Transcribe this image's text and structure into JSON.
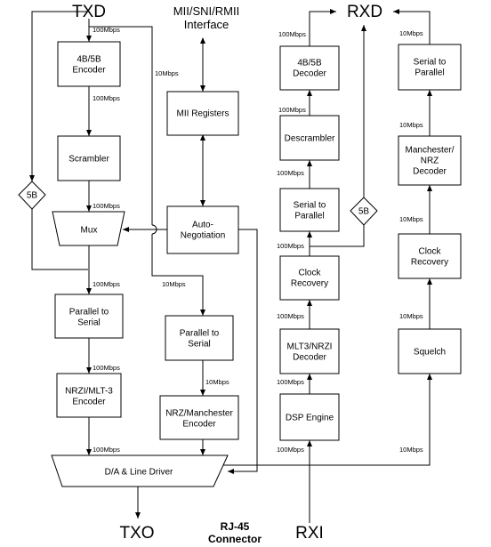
{
  "labels": {
    "txd": "TXD",
    "rxd": "RXD",
    "txo": "TXO",
    "rxi": "RXI",
    "mii_line1": "MII/SNI/RMII",
    "mii_line2": "Interface",
    "rj45_line1": "RJ-45",
    "rj45_line2": "Connector"
  },
  "blocks": {
    "enc4b5b": [
      "4B/5B",
      "Encoder"
    ],
    "scrambler": [
      "Scrambler"
    ],
    "mux": [
      "Mux"
    ],
    "p2s_tx100": [
      "Parallel to",
      "Serial"
    ],
    "nrzi_enc": [
      "NRZI/MLT-3",
      "Encoder"
    ],
    "da_driver": [
      "D/A & Line Driver"
    ],
    "mii_reg": [
      "MII Registers"
    ],
    "autoneg": [
      "Auto-",
      "Negotiation"
    ],
    "p2s_tx10": [
      "Parallel to",
      "Serial"
    ],
    "nrz_man_enc": [
      "NRZ/Manchester",
      "Encoder"
    ],
    "dec4b5b": [
      "4B/5B",
      "Decoder"
    ],
    "descrambler": [
      "Descrambler"
    ],
    "s2p_rx100": [
      "Serial to",
      "Parallel"
    ],
    "clk_rx100": [
      "Clock",
      "Recovery"
    ],
    "mlt3_dec": [
      "MLT3/NRZI",
      "Decoder"
    ],
    "dsp": [
      "DSP Engine"
    ],
    "s2p_rx10": [
      "Serial to",
      "Parallel"
    ],
    "man_nrz_dec": [
      "Manchester/",
      "NRZ",
      "Decoder"
    ],
    "clk_rx10": [
      "Clock",
      "Recovery"
    ],
    "squelch": [
      "Squelch"
    ],
    "tx_5b": [
      "5B"
    ],
    "rx_5b": [
      "5B"
    ]
  },
  "rates": {
    "r100": "100Mbps",
    "r10": "10Mbps"
  }
}
